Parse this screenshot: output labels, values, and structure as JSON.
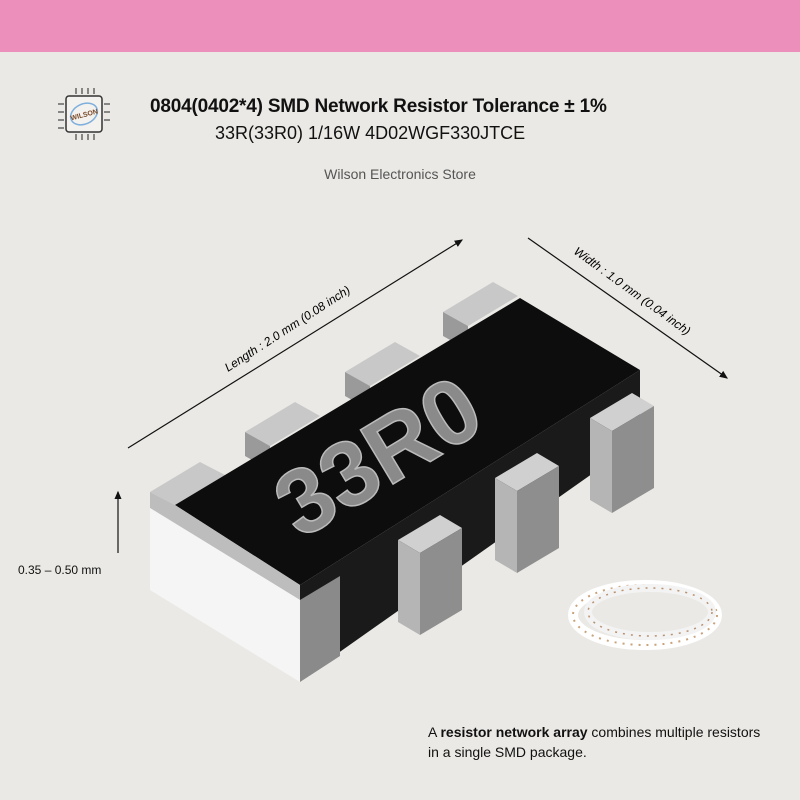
{
  "header": {
    "title": "0804(0402*4) SMD Network Resistor Tolerance ± 1%",
    "subtitle": "33R(33R0) 1/16W 4D02WGF330JTCE",
    "store": "Wilson Electronics Store",
    "logo_text": "WILSON"
  },
  "dimensions": {
    "length": "Length :  2.0 mm (0.08 inch)",
    "width": "Width :  1.0 mm (0.04 inch)",
    "height": "0.35 – 0.50 mm"
  },
  "chip": {
    "marking": "33R0"
  },
  "caption": {
    "prefix": "A ",
    "bold": "resistor network array",
    "suffix": " combines multiple resistors in a single SMD package."
  },
  "colors": {
    "band": "#ec90bb",
    "background": "#eae9e5",
    "chip_body": "#0d0d0d",
    "terminal": "#a9a9a9"
  }
}
